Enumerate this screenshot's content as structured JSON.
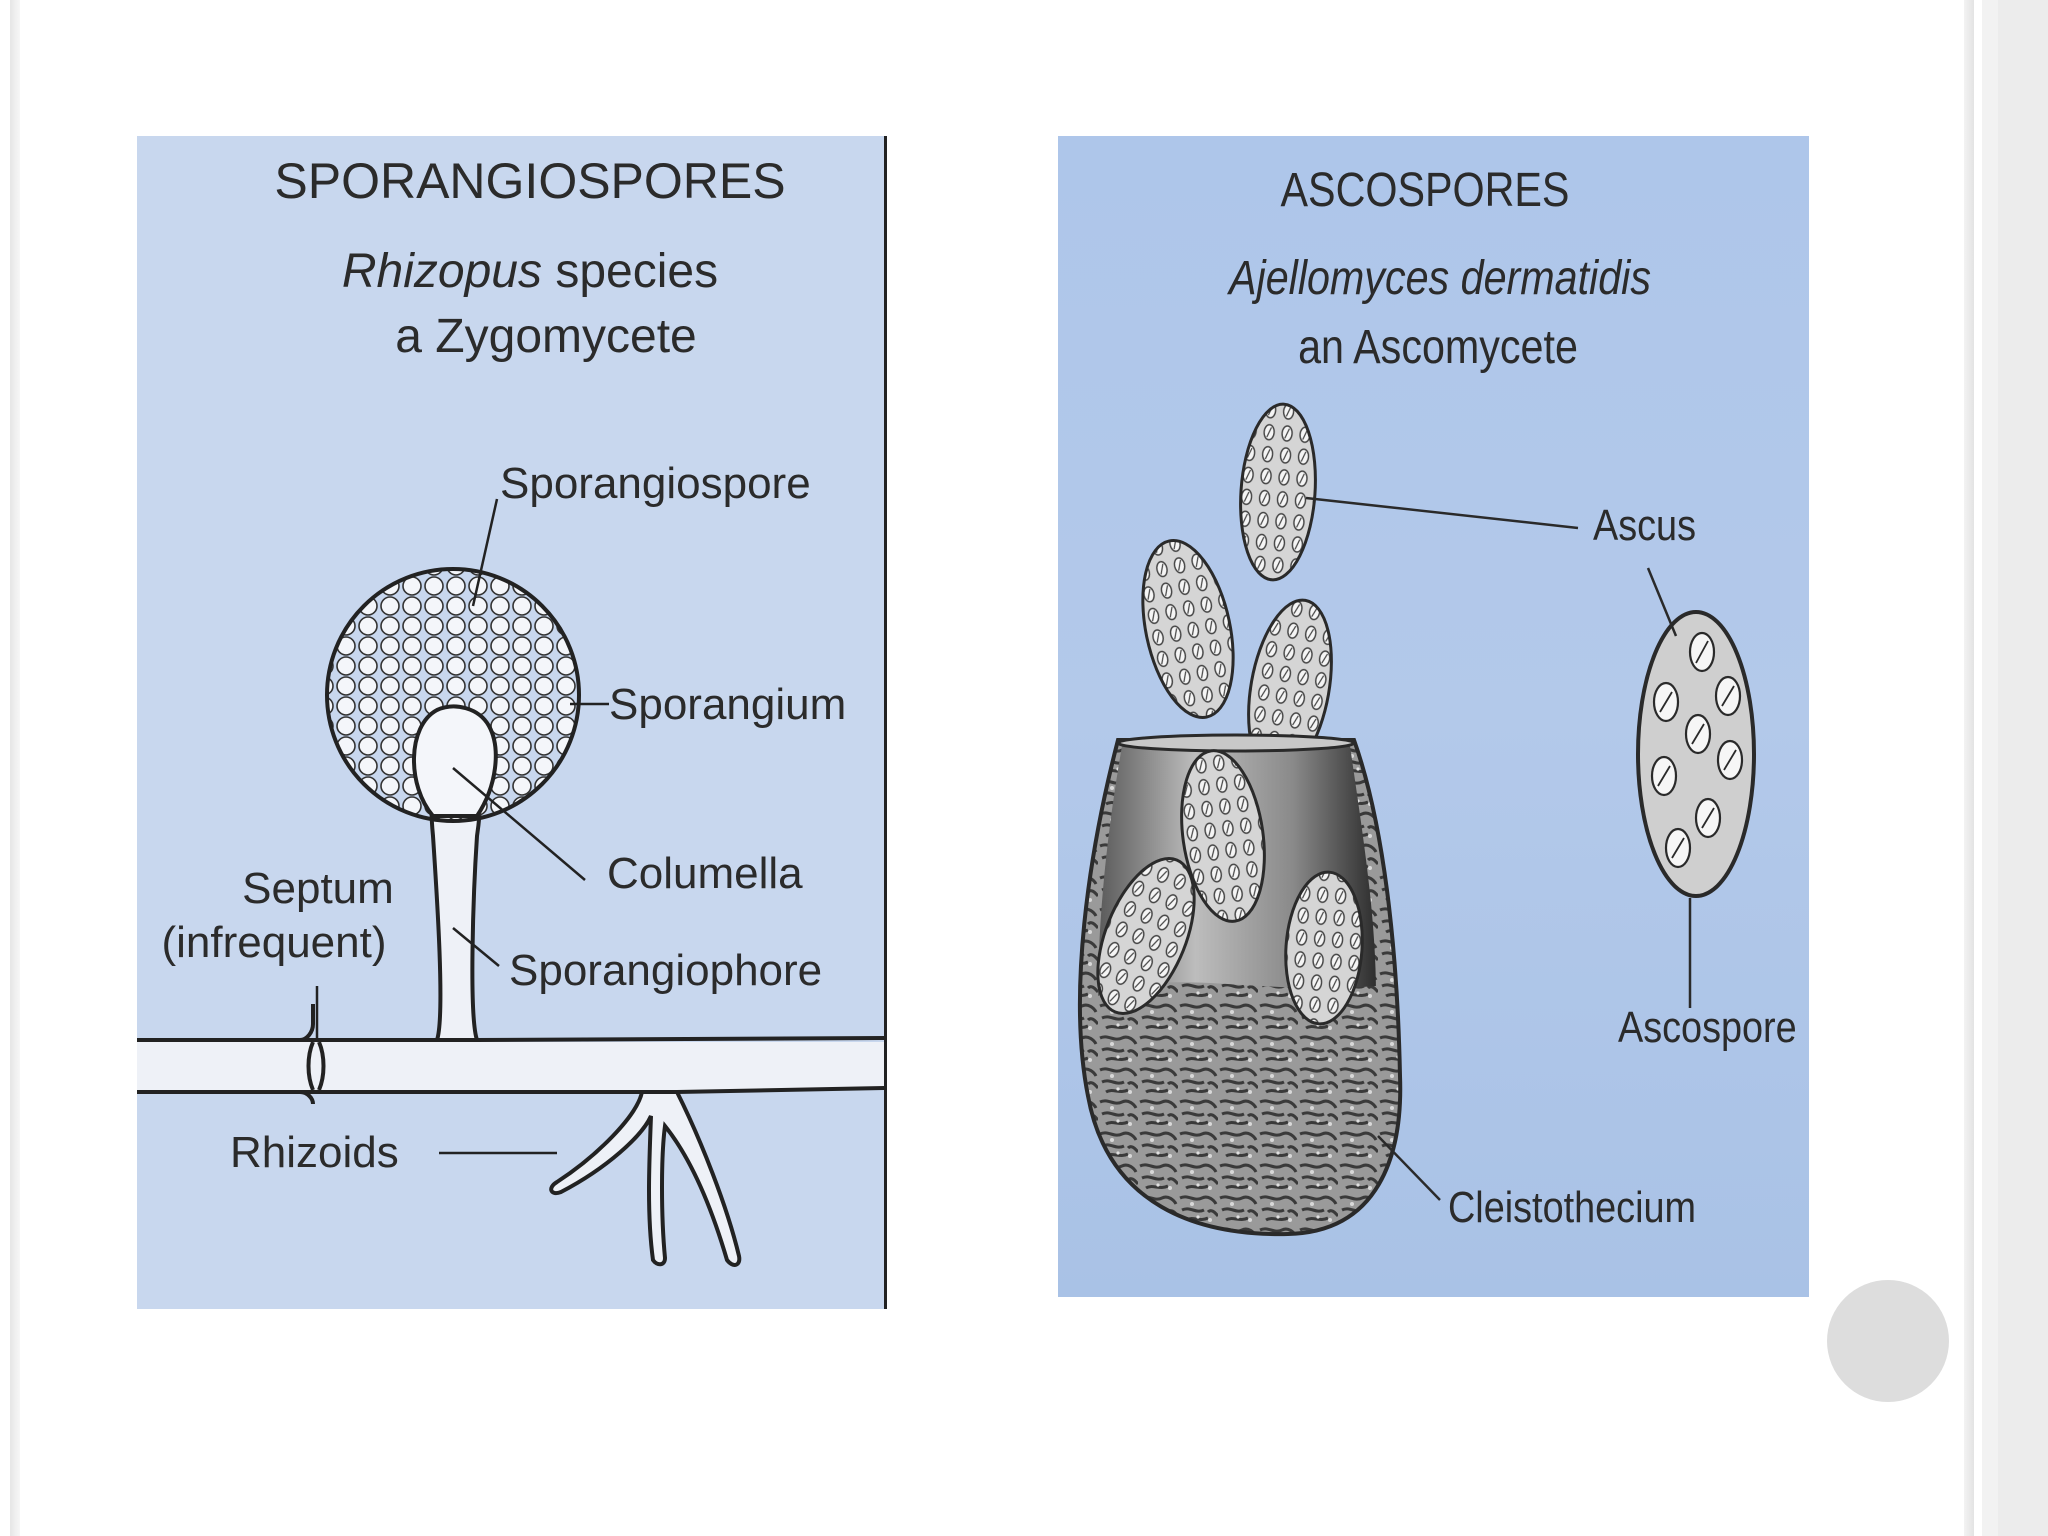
{
  "left_panel": {
    "title": "SPORANGIOSPORES",
    "species_italic": "Rhizopus",
    "species_rest": " species",
    "subtitle": "a Zygomycete",
    "labels": {
      "sporangiospore": "Sporangiospore",
      "sporangium": "Sporangium",
      "columella": "Columella",
      "septum": "Septum",
      "septum_note": "(infrequent)",
      "sporangiophore": "Sporangiophore",
      "rhizoids": "Rhizoids"
    }
  },
  "right_panel": {
    "title": "ASCOSPORES",
    "species": "Ajellomyces dermatidis",
    "subtitle": "an Ascomycete",
    "labels": {
      "ascus": "Ascus",
      "ascospore": "Ascospore",
      "cleistothecium": "Cleistothecium"
    }
  },
  "colors": {
    "left_background": "#c8d7ee",
    "right_background": "#aec6ea",
    "ink": "#2b2b2b",
    "nav_circle": "#dddddd"
  }
}
